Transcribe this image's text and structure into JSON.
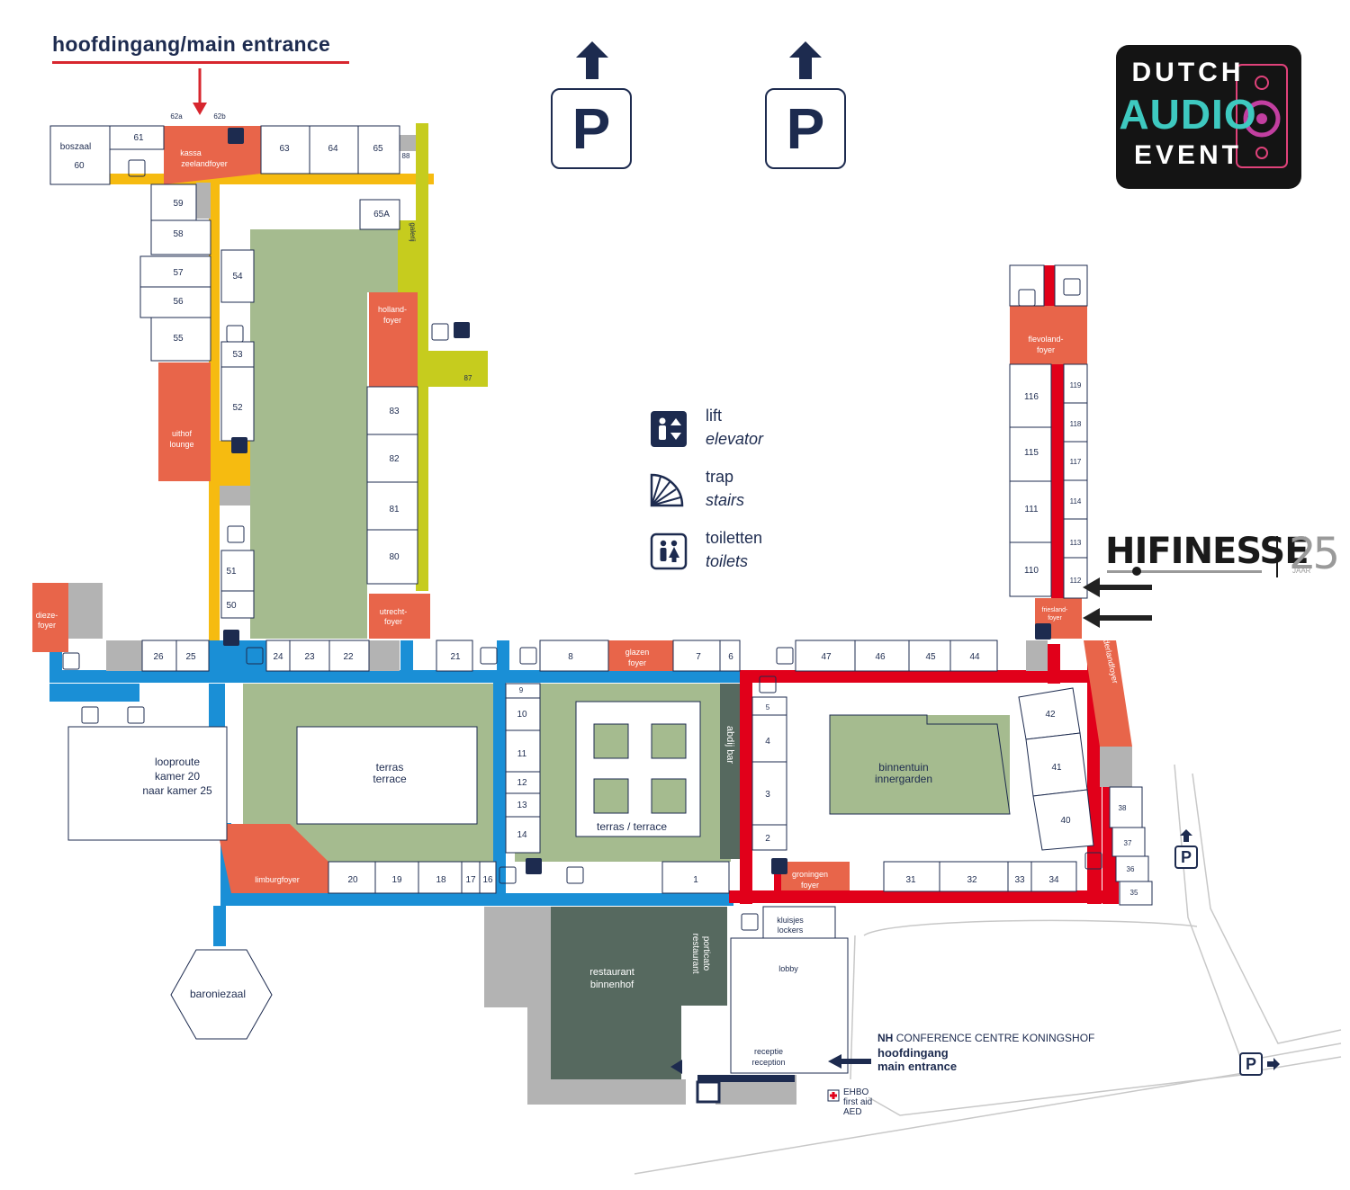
{
  "title": "hoofdingang/main entrance",
  "parking_label": "P",
  "logo": {
    "line1": "DUTCH",
    "line2": "AUDIO",
    "line3": "EVENT"
  },
  "legend": {
    "lift": "lift",
    "lift_en": "elevator",
    "stairs": "trap",
    "stairs_en": "stairs",
    "toilets": "toiletten",
    "toilets_en": "toilets"
  },
  "hifinesse": {
    "name": "HIFINESSE",
    "years": "25",
    "jaar": "JAAR"
  },
  "colors": {
    "blue": "#1a8fd6",
    "red": "#e1001a",
    "yellow": "#f6bb10",
    "lime": "#c6cc1e",
    "orange": "#e8654a",
    "green": "#a5bb8f",
    "darkgreen": "#56695f",
    "gray": "#b3b3b3",
    "navy": "#1d2b4f"
  },
  "rooms": {
    "boszaal": "boszaal",
    "r60": "60",
    "r61": "61",
    "r62a": "62a",
    "r62b": "62b",
    "kassa": "kassa",
    "zeelandfoyer": "zeelandfoyer",
    "r63": "63",
    "r64": "64",
    "r65": "65",
    "r88": "88",
    "r65a": "65A",
    "galerij": "galerij",
    "r59": "59",
    "r58": "58",
    "r57": "57",
    "r56": "56",
    "r55": "55",
    "uithof1": "uithof",
    "uithof2": "lounge",
    "r54": "54",
    "r53": "53",
    "r52": "52",
    "r51": "51",
    "r50": "50",
    "holland1": "holland-",
    "holland2": "foyer",
    "r87": "87",
    "r83": "83",
    "r82": "82",
    "r81": "81",
    "r80": "80",
    "utrecht1": "utrecht-",
    "utrecht2": "foyer",
    "dieze1": "dieze-",
    "dieze2": "foyer",
    "r26": "26",
    "r25": "25",
    "r24": "24",
    "r23": "23",
    "r22": "22",
    "r21": "21",
    "r8": "8",
    "glazen1": "glazen",
    "glazen2": "foyer",
    "r7": "7",
    "r6": "6",
    "r47": "47",
    "r46": "46",
    "r45": "45",
    "r44": "44",
    "flevo1": "flevoland-",
    "flevo2": "foyer",
    "r116": "116",
    "r115": "115",
    "r111": "111",
    "r110": "110",
    "r119": "119",
    "r118": "118",
    "r117": "117",
    "r114": "114",
    "r113": "113",
    "r112": "112",
    "fries1": "friesland-",
    "fries2": "foyer",
    "gelderland": "gelderlandfoyer",
    "r42": "42",
    "r41": "41",
    "r40": "40",
    "r38": "38",
    "r37": "37",
    "r36": "36",
    "r35": "35",
    "looproute1": "looproute",
    "looproute2": "kamer 20",
    "looproute3": "naar kamer 25",
    "terras1": "terras",
    "terras2": "terrace",
    "r9": "9",
    "r10": "10",
    "r11": "11",
    "r12": "12",
    "r13": "13",
    "r14": "14",
    "terras3": "terras / terrace",
    "abdij": "abdij bar",
    "r5": "5",
    "r4": "4",
    "r3": "3",
    "r2": "2",
    "binnentuin1": "binnentuin",
    "binnentuin2": "innergarden",
    "limburg": "limburgfoyer",
    "r20": "20",
    "r19": "19",
    "r18": "18",
    "r17": "17",
    "r16": "16",
    "r1": "1",
    "groningen1": "groningen",
    "groningen2": "foyer",
    "r31": "31",
    "r32": "32",
    "r33": "33",
    "r34": "34",
    "baroniezaal": "baroniezaal",
    "restaurant1": "restaurant",
    "restaurant2": "binnenhof",
    "porticato1": "restaurant",
    "porticato2": "porticato",
    "kluis1": "kluisjes",
    "kluis2": "lockers",
    "lobby": "lobby",
    "receptie1": "receptie",
    "receptie2": "reception"
  },
  "venue": {
    "brand": "NH",
    "name": "CONFERENCE CENTRE KONINGSHOF",
    "entrance1": "hoofdingang",
    "entrance2": "main entrance",
    "ehbo1": "EHBO",
    "ehbo2": "first aid",
    "ehbo3": "AED"
  }
}
